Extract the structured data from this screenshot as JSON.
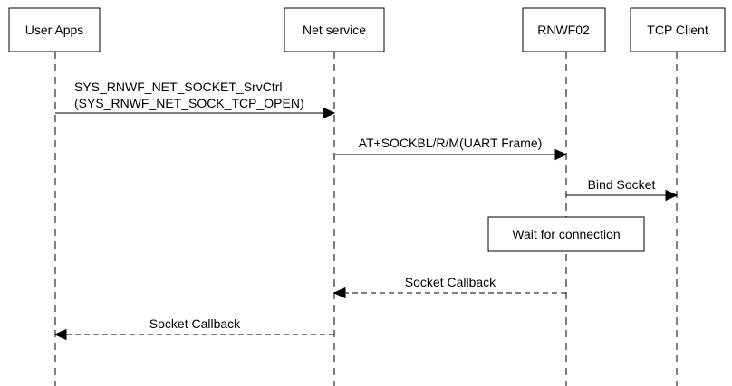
{
  "participants": [
    {
      "id": "user_apps",
      "label": "User Apps"
    },
    {
      "id": "net_service",
      "label": "Net service"
    },
    {
      "id": "rnwf02",
      "label": "RNWF02"
    },
    {
      "id": "tcp_client",
      "label": "TCP Client"
    }
  ],
  "messages": [
    {
      "from": "user_apps",
      "to": "net_service",
      "style": "solid",
      "label_lines": [
        "SYS_RNWF_NET_SOCKET_SrvCtrl",
        "(SYS_RNWF_NET_SOCK_TCP_OPEN)"
      ]
    },
    {
      "from": "net_service",
      "to": "rnwf02",
      "style": "solid",
      "label_lines": [
        "AT+SOCKBL/R/M(UART Frame)"
      ]
    },
    {
      "from": "rnwf02",
      "to": "tcp_client",
      "style": "solid",
      "label_lines": [
        "Bind Socket"
      ]
    },
    {
      "from": "rnwf02",
      "to": "net_service",
      "style": "dashed",
      "label_lines": [
        "Socket Callback"
      ]
    },
    {
      "from": "net_service",
      "to": "user_apps",
      "style": "dashed",
      "label_lines": [
        "Socket Callback"
      ]
    }
  ],
  "notes": [
    {
      "over": "rnwf02",
      "text": "Wait for connection"
    }
  ]
}
